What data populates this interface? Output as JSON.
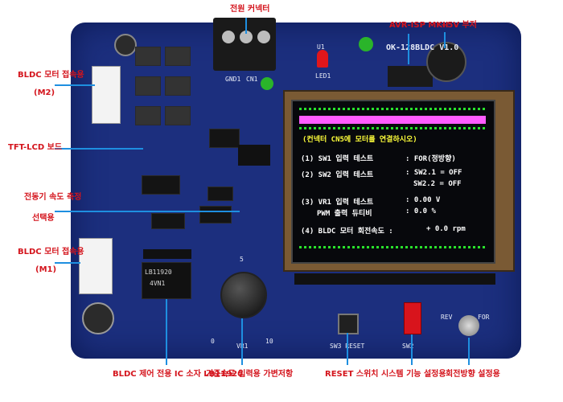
{
  "annotations": {
    "power_connector": "전원 커넥터",
    "avr_isp": "AVR-ISP MKII",
    "buzzer": "+5V 부저",
    "bldc_m2_line1": "BLDC 모터 접속용",
    "bldc_m2_line2": "(M2)",
    "tft_lcd": "TFT-LCD 보드",
    "speed_select_line1": "전동기 속도 측정",
    "speed_select_line2": "선택용",
    "bldc_m1_line1": "BLDC 모터 접속용",
    "bldc_m1_line2": "(M1)",
    "bldc_ic": "BLDC 제어 전용 IC 소자 LB11920",
    "ref_speed": "기준속도 입력용 가변저항",
    "reset_switch": "RESET 스위치",
    "system_setting": "시스템 기능 설정용",
    "direction_setting": "회전방향 설정용"
  },
  "lcd": {
    "connect_msg": "(컨넥터 CN5에 모터를 연결하시오)",
    "sw1_label": "(1) SW1 입력 테스트",
    "sw1_value": ": FOR(정방향)",
    "sw2_label": "(2) SW2 입력 테스트",
    "sw2_value1": ": SW2.1 = OFF",
    "sw2_value2": "SW2.2 = OFF",
    "vr1_label": "(3) VR1 입력 테스트",
    "vr1_value": ":   0.00 V",
    "pwm_label": "PWM 출력 듀티비",
    "pwm_value": ":    0.0 %",
    "speed_label": "(4) BLDC 모터 회전속도 :",
    "speed_value": "+   0.0 rpm"
  },
  "silk": {
    "board_name": "OK-128BLDC V1.0",
    "ic_name": "LB11920",
    "ic_sub": "4VN1",
    "reset": "SW3 RESET",
    "sw2": "SW2",
    "rev": "REV",
    "for": "FOR",
    "vr1": "VR1",
    "gnd1": "GND1",
    "cn1": "CN1",
    "led1": "LED1",
    "u1": "U1",
    "dial_0": "0",
    "dial_5": "5",
    "dial_10": "10"
  },
  "colors": {
    "annotation": "#d4141c",
    "arrow": "#1e8fe0",
    "board": "#1c2f7e",
    "lcd_dots": "#29e12b"
  }
}
